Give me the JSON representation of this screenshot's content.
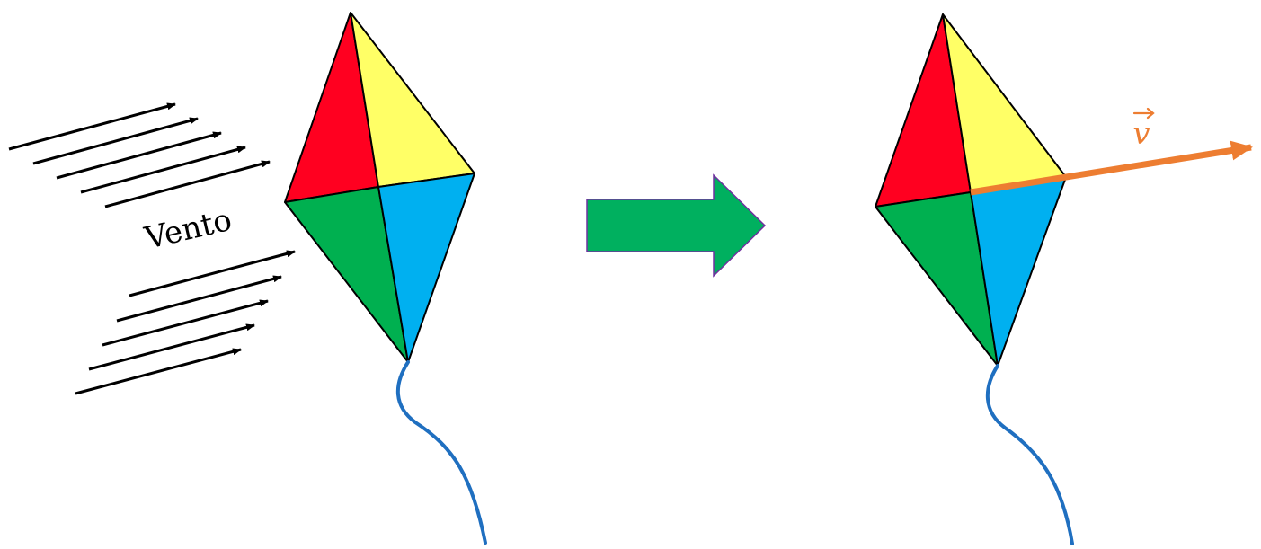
{
  "wind_label": "Vento",
  "velocity_label": "v",
  "colors": {
    "kite_red": "#ff0020",
    "kite_yellow": "#ffff66",
    "kite_green": "#00b050",
    "kite_blue": "#00b0f0",
    "kite_outline": "#000000",
    "string": "#1f6fc0",
    "wind_arrows": "#000000",
    "transition_arrow_fill": "#00b05f",
    "transition_arrow_edge": "#7030a0",
    "velocity_vector": "#ed7d31"
  },
  "elements": {
    "left_kite": "kite",
    "wind": "wind-arrows",
    "transition": "right-arrow-icon",
    "right_kite": "kite",
    "velocity": "velocity-vector"
  }
}
